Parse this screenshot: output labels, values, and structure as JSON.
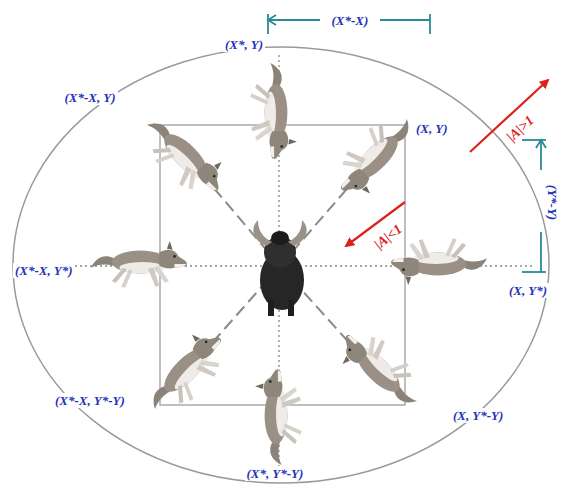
{
  "diagram": {
    "labels": [
      "(X*-X)",
      "(X*, Y)",
      "(X*-X, Y)",
      "(X, Y)",
      "|A|>1",
      "(Y*-Y)",
      "|A|<1",
      "(X*-X, Y*)",
      "(X, Y*)",
      "(X*-X, Y*-Y)",
      "(X, Y*-Y)",
      "(X*, Y*-Y)"
    ]
  }
}
